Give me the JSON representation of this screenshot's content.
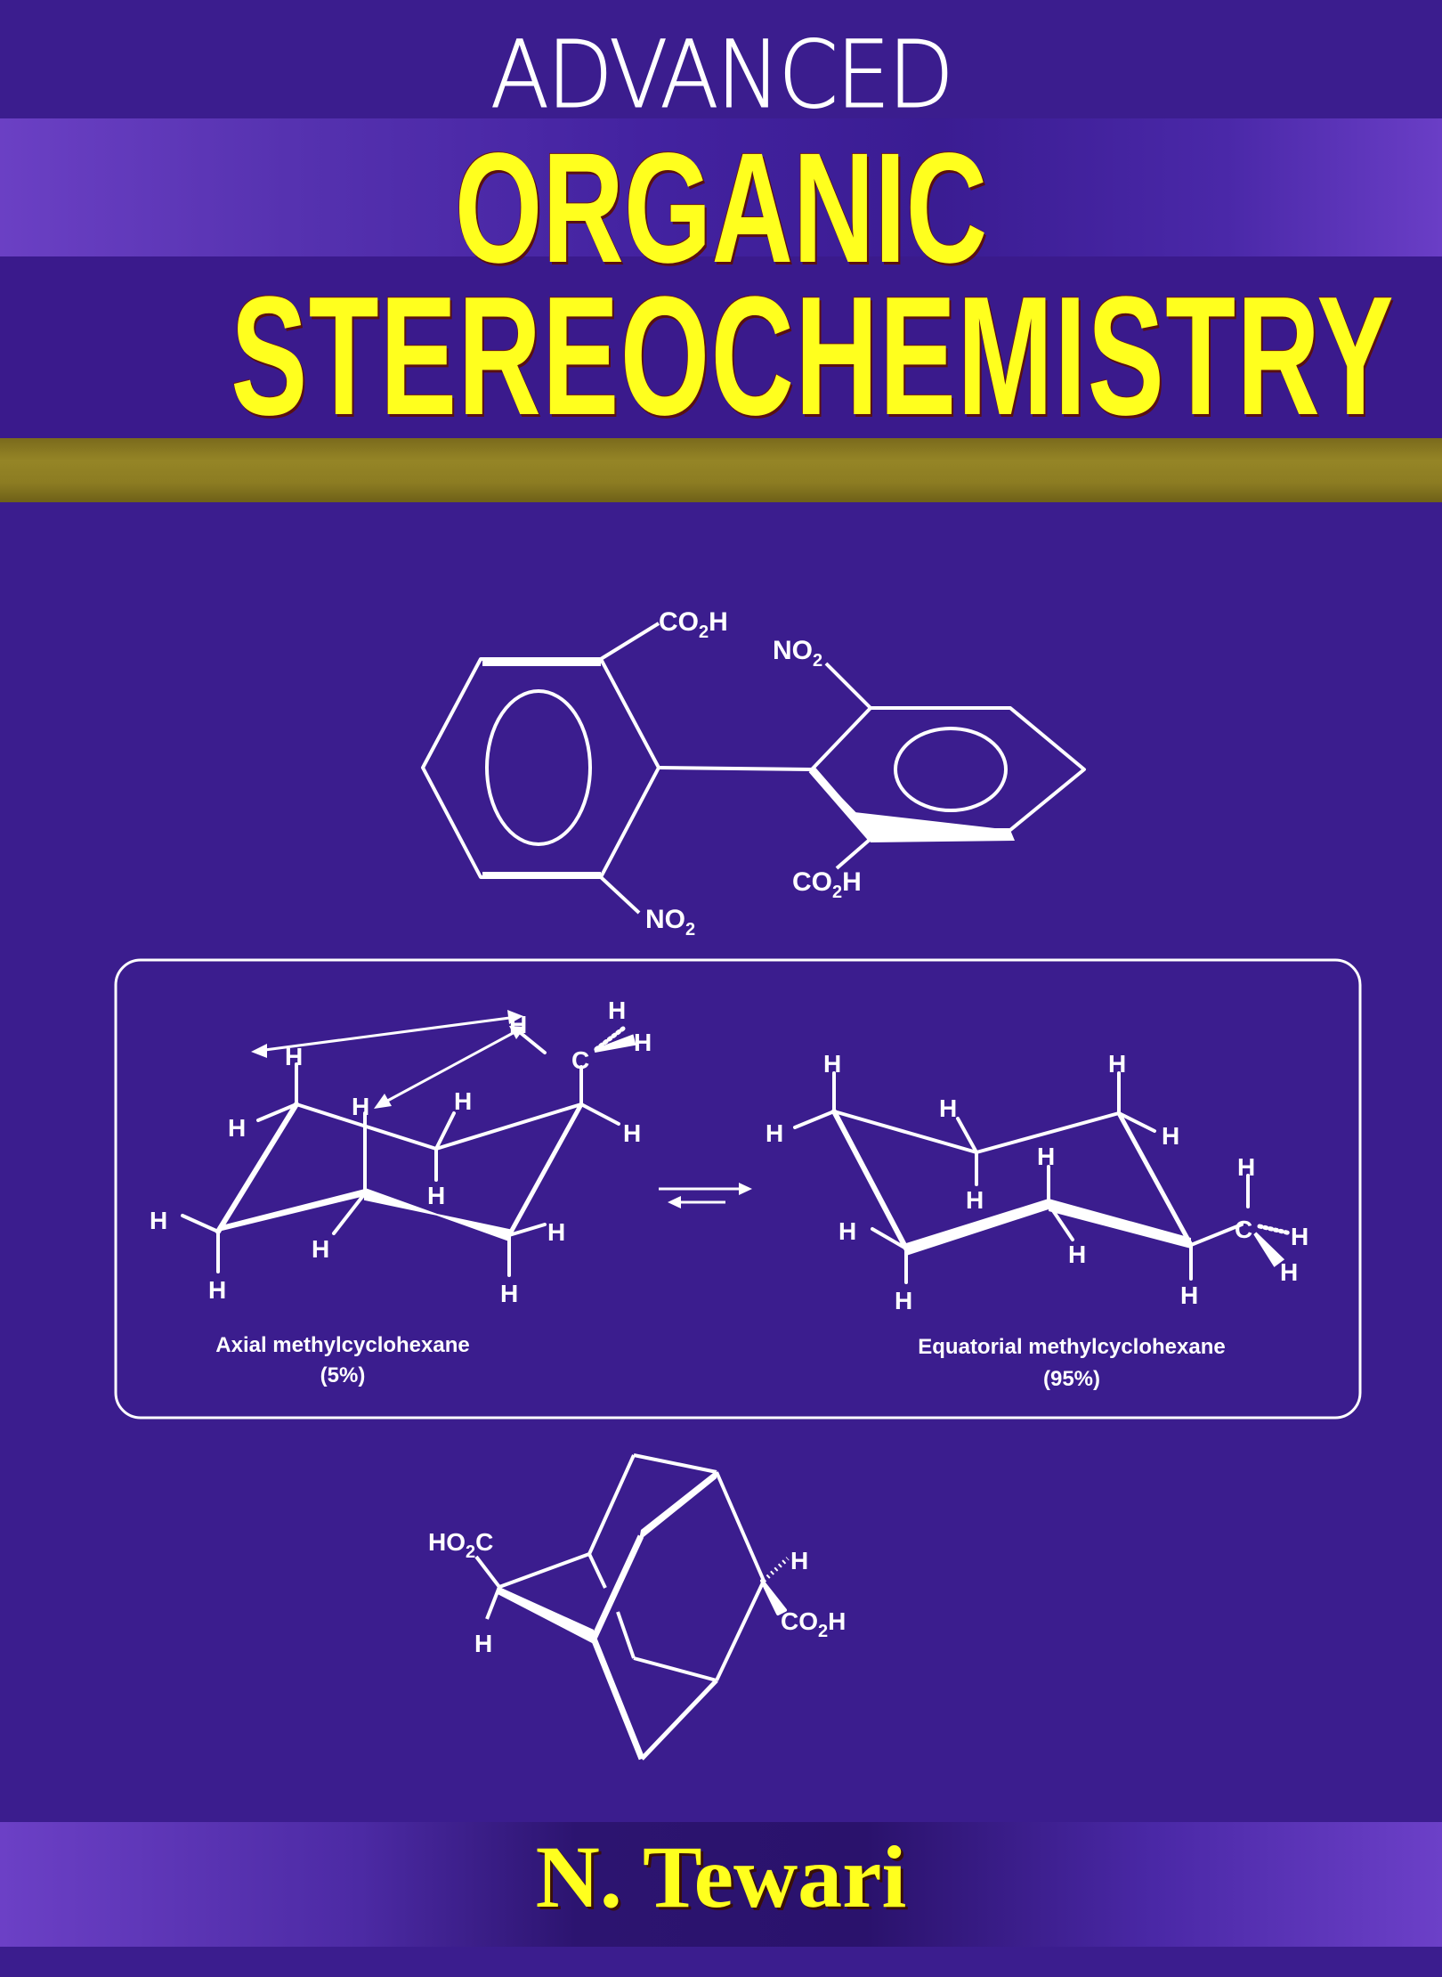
{
  "cover": {
    "colors": {
      "background": "#3b1d8e",
      "title_yellow": "#ffff1e",
      "gold_band": "#8c7c22",
      "light_purple_band": "#6b40c4",
      "line_white": "#ffffff"
    },
    "title": {
      "line1": "ADVANCED",
      "line2": "ORGANIC",
      "line3": "STEREOCHEMISTRY"
    },
    "author": "N. Tewari"
  },
  "biphenyl": {
    "top_co2h": {
      "main": "CO",
      "sub": "2",
      "tail": "H"
    },
    "top_no2": {
      "main": "NO",
      "sub": "2"
    },
    "bottom_no2": {
      "main": "NO",
      "sub": "2"
    },
    "bottom_co2h": {
      "main": "CO",
      "sub": "2",
      "tail": "H"
    }
  },
  "conformers": {
    "axial": {
      "name": "Axial methylcyclohexane",
      "percent": "(5%)",
      "atom_h": "H",
      "atom_c": "C"
    },
    "equatorial": {
      "name": "Equatorial methylcyclohexane",
      "percent": "(95%)",
      "atom_h": "H",
      "atom_c": "C"
    },
    "equilibrium_icon": "equilibrium-arrows"
  },
  "adamantane": {
    "left_group": {
      "main": "HO",
      "sub": "2",
      "tail": "C"
    },
    "left_h": "H",
    "right_h": "H",
    "right_group": {
      "main": "CO",
      "sub": "2",
      "tail": "H"
    }
  }
}
